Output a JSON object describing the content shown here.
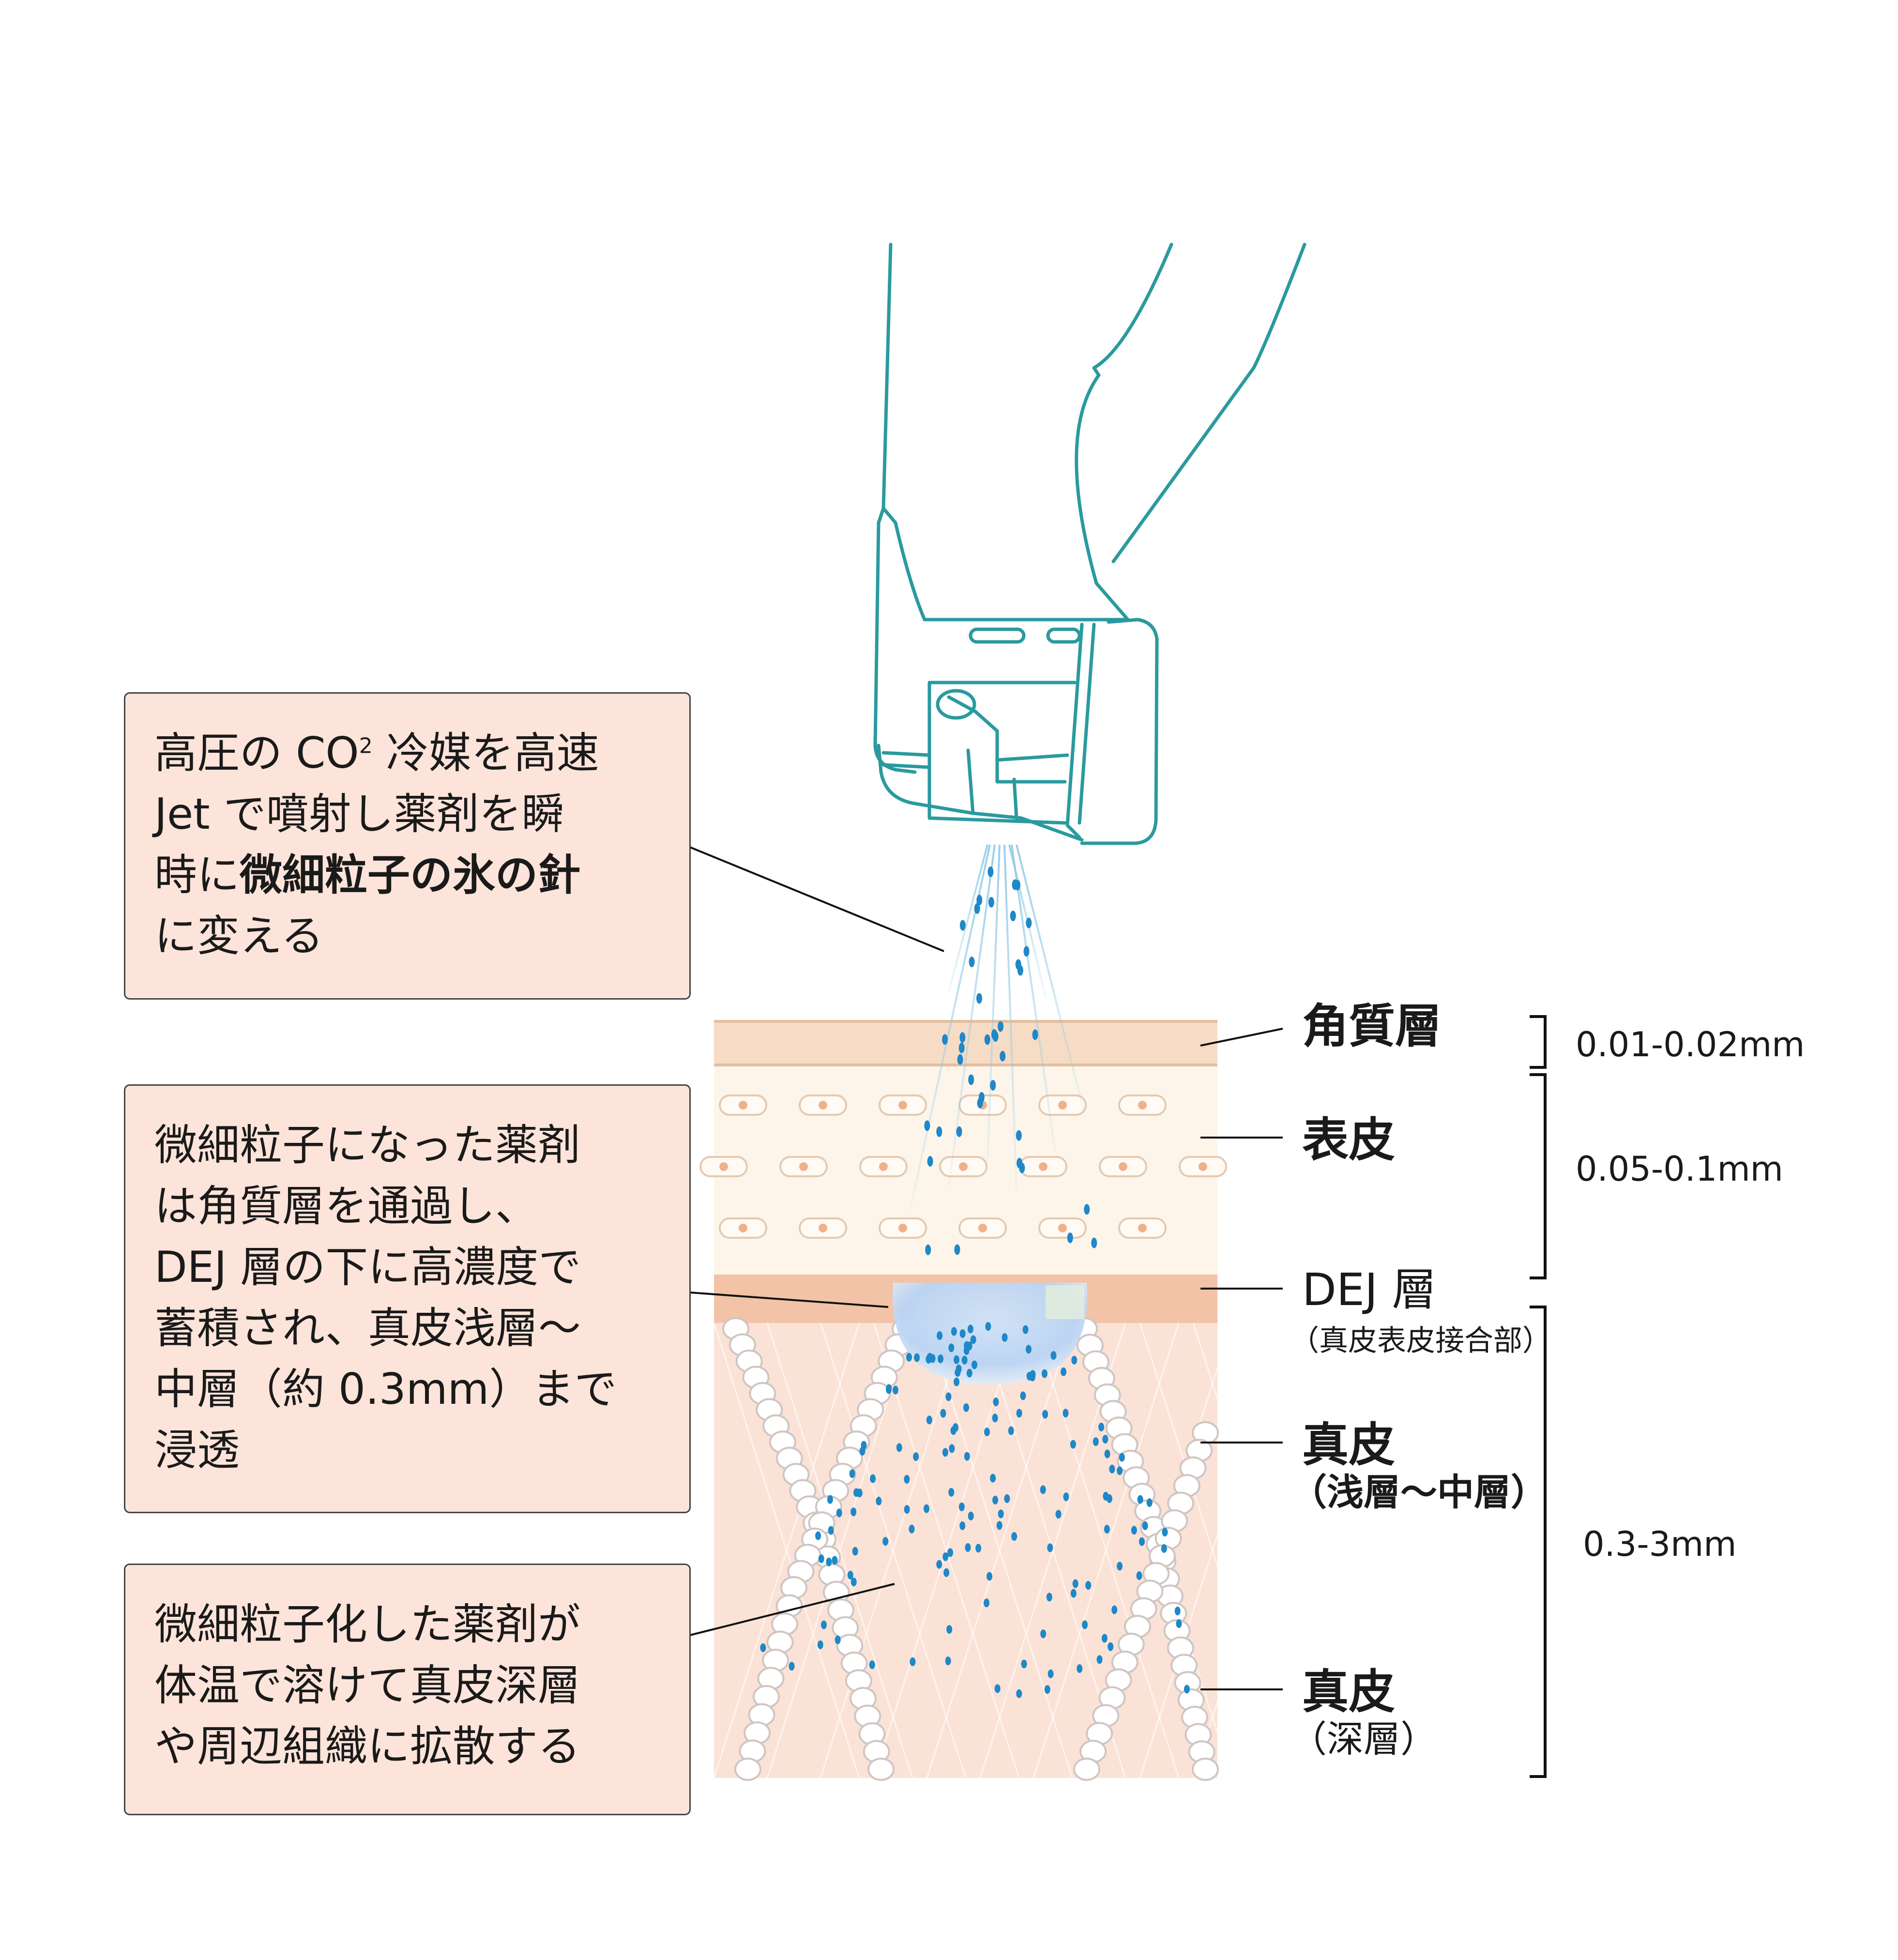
{
  "callouts": [
    {
      "lines": [
        {
          "parts": [
            {
              "text": "高圧の CO"
            },
            {
              "text": "2",
              "sup": true
            },
            {
              "text": " 冷媒を高速"
            }
          ]
        },
        {
          "parts": [
            {
              "text": "Jet で噴射し薬剤を瞬"
            }
          ]
        },
        {
          "parts": [
            {
              "text": "時に"
            },
            {
              "text": "微細粒子の氷の針",
              "bold": true
            }
          ]
        },
        {
          "parts": [
            {
              "text": "に変える"
            }
          ]
        }
      ]
    },
    {
      "lines": [
        {
          "parts": [
            {
              "text": "微細粒子になった薬剤"
            }
          ]
        },
        {
          "parts": [
            {
              "text": "は角質層を通過し、"
            }
          ]
        },
        {
          "parts": [
            {
              "text": "DEJ 層の下に高濃度で"
            }
          ]
        },
        {
          "parts": [
            {
              "text": "蓄積され、真皮浅層～"
            }
          ]
        },
        {
          "parts": [
            {
              "text": "中層（約 0.3mm）まで"
            }
          ]
        },
        {
          "parts": [
            {
              "text": "浸透"
            }
          ]
        }
      ]
    },
    {
      "lines": [
        {
          "parts": [
            {
              "text": "微細粒子化した薬剤が"
            }
          ]
        },
        {
          "parts": [
            {
              "text": "体温で溶けて真皮深層"
            }
          ]
        },
        {
          "parts": [
            {
              "text": "や周辺組織に拡散する"
            }
          ]
        }
      ]
    }
  ],
  "layers": {
    "stratum_corneum": "角質層",
    "epidermis": "表皮",
    "dej": "DEJ 層",
    "dej_note": "（真皮表皮接合部）",
    "dermis_upper": "真皮",
    "dermis_upper_note": "（浅層～中層）",
    "dermis_deep": "真皮",
    "dermis_deep_note": "（深層）"
  },
  "dimensions": {
    "corneum": "0.01-0.02mm",
    "epidermis": "0.05-0.1mm",
    "dermis": "0.3-3mm"
  },
  "colors": {
    "device_stroke": "#2a9a9e",
    "callout_fill": "#fde4da",
    "corneum": "#f6dcc5",
    "epidermis": "#fdf5ea",
    "dej": "#f2c3a6",
    "dermis": "#fbe2d6",
    "particles": "#1e88c8"
  }
}
